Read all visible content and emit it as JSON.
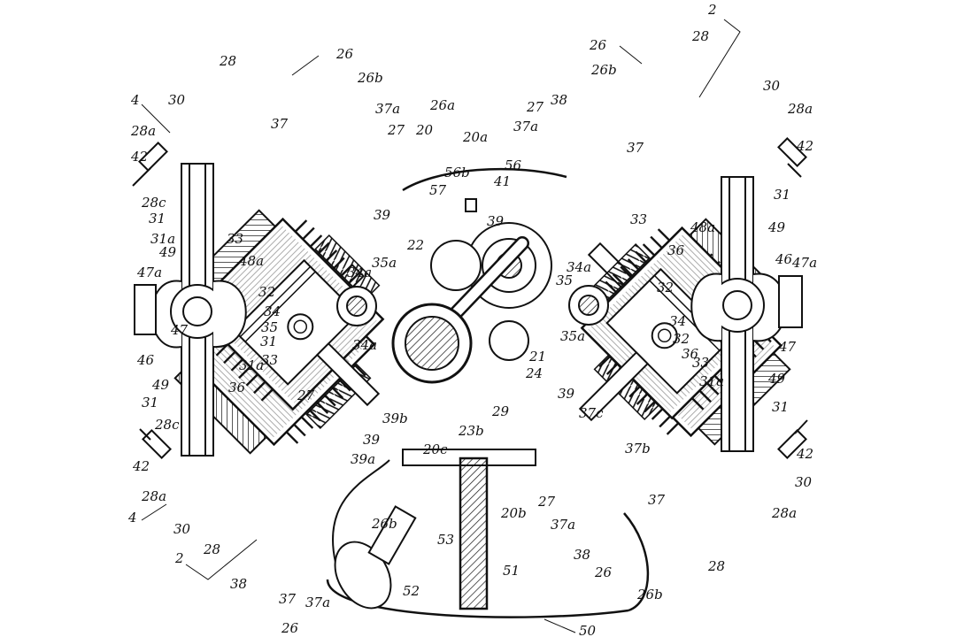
{
  "colors": {
    "ink": "#111111",
    "paper": "#ffffff",
    "hatch": "#6b6b6b"
  },
  "reference_numerals": {
    "n2_top": "2",
    "n2_bottom": "2",
    "n4_top": "4",
    "n4_bottom": "4",
    "n20": "20",
    "n20a": "20a",
    "n20b": "20b",
    "n20c": "20c",
    "n21": "21",
    "n22": "22",
    "n23b": "23b",
    "n24": "24",
    "n26_tl": "26",
    "n26_tr": "26",
    "n26_bl": "26",
    "n26_br": "26",
    "n26a": "26a",
    "n26b_tl": "26b",
    "n26b_tr": "26b",
    "n26b_br": "26b",
    "n26b_bl": "26b",
    "n27_tl": "27",
    "n27_tr": "27",
    "n27_bl": "27",
    "n27_br": "27",
    "n28_tl": "28",
    "n28_tr": "28",
    "n28_bl": "28",
    "n28_br": "28",
    "n28a_tl": "28a",
    "n28a_tr": "28a",
    "n28a_bl": "28a",
    "n28a_br": "28a",
    "n28c_tl": "28c",
    "n28c_bl": "28c",
    "n29": "29",
    "n30_tl": "30",
    "n30_tr": "30",
    "n30_bl": "30",
    "n30_br": "30",
    "n31_tl": "31",
    "n31_tr": "31",
    "n31_bl": "31",
    "n31_br": "31",
    "n31_c": "31",
    "n31a_tl": "31a",
    "n31a_bl": "31a",
    "n31a_br": "31a",
    "n32_l": "32",
    "n32_r": "32",
    "n32_br": "32",
    "n33_tl": "33",
    "n33_tr": "33",
    "n33_bl": "33",
    "n33_br": "33",
    "n34_l": "34",
    "n34_r": "34",
    "n34a_l": "34a",
    "n34a_r": "34a",
    "n34a_c": "34a",
    "n35_l": "35",
    "n35_r": "35",
    "n35a_l": "35a",
    "n35a_r": "35a",
    "n36_tr": "36",
    "n36_bl": "36",
    "n36_br": "36",
    "n37_tl": "37",
    "n37_tr": "37",
    "n37_bl": "37",
    "n37_br": "37",
    "n37a_tl": "37a",
    "n37a_tr": "37a",
    "n37a_bl": "37a",
    "n37a_br": "37a",
    "n37b": "37b",
    "n37c": "37c",
    "n38_tr": "38",
    "n38_bl": "38",
    "n38_br": "38",
    "n39_a": "39",
    "n39_b": "39",
    "n39_c": "39",
    "n39_d": "39",
    "n39a": "39a",
    "n39b": "39b",
    "n41": "41",
    "n42_tl": "42",
    "n42_tr": "42",
    "n42_bl": "42",
    "n42_br": "42",
    "n46_l": "46",
    "n46_r": "46",
    "n47_l": "47",
    "n47_r": "47",
    "n47a_l": "47a",
    "n47a_r": "47a",
    "n48a_l": "48a",
    "n48a_r": "48a",
    "n49_tl": "49",
    "n49_tr": "49",
    "n49_bl": "49",
    "n49_br": "49",
    "n50": "50",
    "n51": "51",
    "n52": "52",
    "n53": "53",
    "n56": "56",
    "n56b": "56b",
    "n57": "57"
  }
}
